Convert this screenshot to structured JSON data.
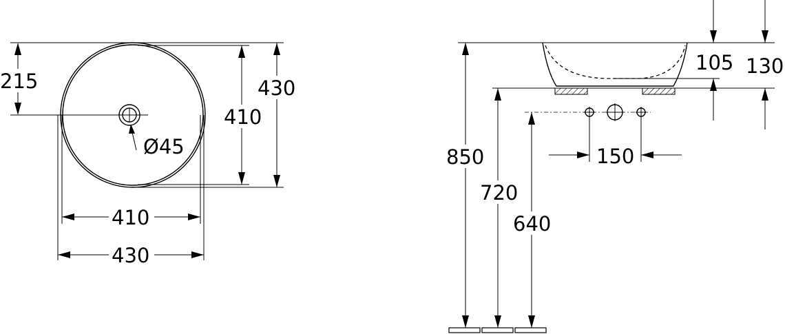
{
  "plan_view": {
    "dim_215": "215",
    "dim_410_vertical": "410",
    "dim_430_vertical": "430",
    "dim_410_horizontal": "410",
    "dim_430_horizontal": "430",
    "drain_diameter": "Ø45"
  },
  "side_view": {
    "dim_105": "105",
    "dim_130": "130",
    "dim_150": "150",
    "dim_850": "850",
    "dim_720": "720",
    "dim_640": "640"
  }
}
